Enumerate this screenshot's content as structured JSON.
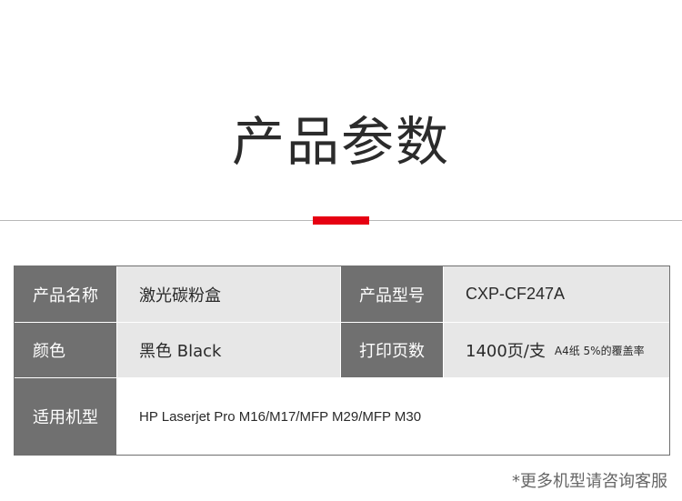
{
  "page": {
    "title": "产品参数"
  },
  "params": {
    "name_label": "产品名称",
    "name_value": "激光碳粉盒",
    "model_label": "产品型号",
    "model_value": "CXP-CF247A",
    "color_label": "颜色",
    "color_value": "黑色 Black",
    "yield_label": "打印页数",
    "yield_value": "1400页/支",
    "yield_note": "A4纸 5%的覆盖率",
    "compatible_label": "适用机型",
    "compatible_value": "HP Laserjet Pro M16/M17/MFP M29/MFP M30"
  },
  "footer": {
    "note": "*更多机型请咨询客服"
  },
  "colors": {
    "accent": "#e60012",
    "label_bg": "#707070",
    "value_bg": "#e7e7e7"
  }
}
